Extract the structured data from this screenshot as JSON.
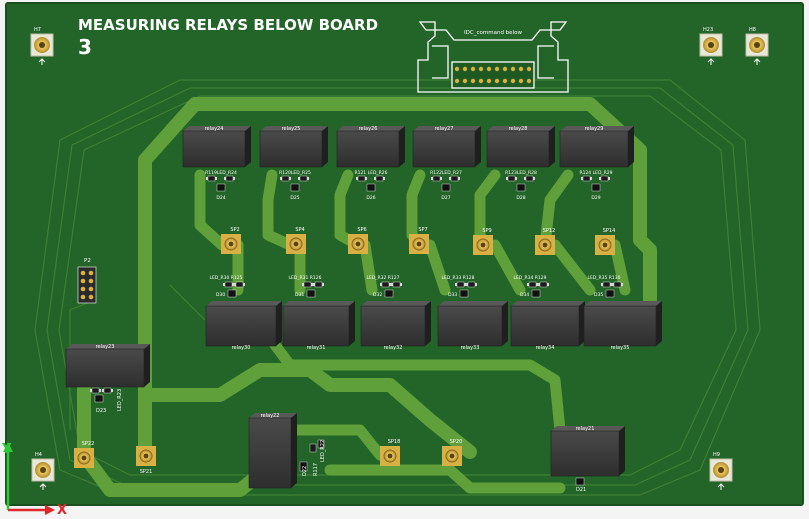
{
  "board": {
    "title": "MEASURING RELAYS BELOW BOARD",
    "subtitle": "3",
    "connector_label": "IDC_command below",
    "header_label": "P2",
    "colors": {
      "background": "#f4f4f4",
      "board": "#236428",
      "board_edge": "#1b4f1f",
      "trace": "#5fa03a",
      "trace_thin": "#3f7f34",
      "relay": "#3b3b3b",
      "pad": "#d9b043",
      "silk": "#ffffff"
    }
  },
  "relays": [
    {
      "label": "relay24"
    },
    {
      "label": "relay25"
    },
    {
      "label": "relay26"
    },
    {
      "label": "relay27"
    },
    {
      "label": "relay28"
    },
    {
      "label": "relay29"
    },
    {
      "label": "relay30"
    },
    {
      "label": "relay31"
    },
    {
      "label": "relay32"
    },
    {
      "label": "relay33"
    },
    {
      "label": "relay34"
    },
    {
      "label": "relay35"
    },
    {
      "label": "relay23"
    },
    {
      "label": "relay22"
    },
    {
      "label": "relay21"
    }
  ],
  "components_top": [
    {
      "label": "R119LED_R24",
      "diode": "D24"
    },
    {
      "label": "R120LED_R25",
      "diode": "D25"
    },
    {
      "label": "R121 LED_R26",
      "diode": "D26"
    },
    {
      "label": "R122LED_R27",
      "diode": "D27"
    },
    {
      "label": "R123LED_R28",
      "diode": "D28"
    },
    {
      "label": "R124 LED_R29",
      "diode": "D29"
    }
  ],
  "components_mid": [
    {
      "label": "LED_R30 R125",
      "diode": "D30"
    },
    {
      "label": "LED_R31 R126",
      "diode": "D31"
    },
    {
      "label": "LED_R32 R127",
      "diode": "D32"
    },
    {
      "label": "LED_R33 R128",
      "diode": "D33"
    },
    {
      "label": "LED_R34 R129",
      "diode": "D34"
    },
    {
      "label": "LED_R35 R130",
      "diode": "D35"
    }
  ],
  "components_misc": {
    "relay23_led": "LED_R23",
    "relay23_diode": "D23",
    "relay22_diode": "D22",
    "relay22_res": "R117",
    "relay22_led": "LED_R22",
    "relay21_diode": "D21"
  },
  "testpoints": [
    {
      "label": "SP2"
    },
    {
      "label": "SP4"
    },
    {
      "label": "SP6"
    },
    {
      "label": "SP7"
    },
    {
      "label": "SP9"
    },
    {
      "label": "SP12"
    },
    {
      "label": "SP14"
    },
    {
      "label": "SP22"
    },
    {
      "label": "SP21"
    },
    {
      "label": "SP18"
    },
    {
      "label": "SP20"
    }
  ],
  "mounting_holes": [
    {
      "label": "H7"
    },
    {
      "label": "H23"
    },
    {
      "label": "H8"
    },
    {
      "label": "H4"
    },
    {
      "label": "H9"
    }
  ],
  "axes": {
    "x_label": "X",
    "y_label": "Y",
    "x_color": "#e0262b",
    "y_color": "#2ec937"
  }
}
